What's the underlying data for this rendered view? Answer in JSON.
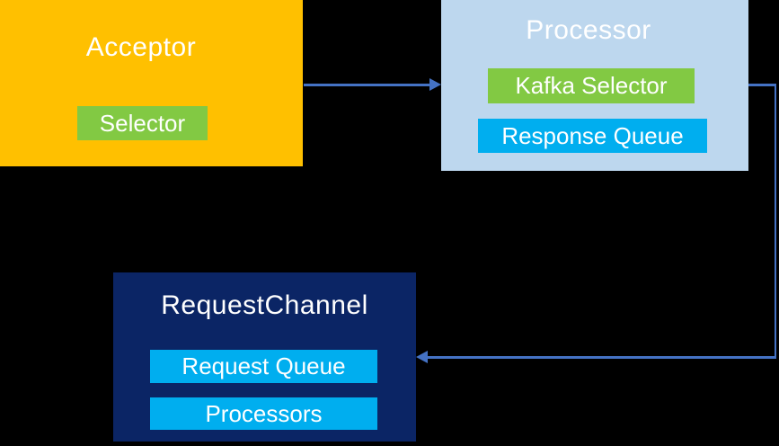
{
  "colors": {
    "background": "#000000",
    "acceptor-fill": "#FFC000",
    "processor-fill": "#BDD7EE",
    "request-channel-fill": "#0B2565",
    "green-badge": "#82C943",
    "cyan-badge": "#00AEEF",
    "arrow": "#4472C4",
    "text": "#FFFFFF"
  },
  "nodes": {
    "acceptor": {
      "title": "Acceptor",
      "badges": {
        "selector": "Selector"
      }
    },
    "processor": {
      "title": "Processor",
      "badges": {
        "kafka_selector": "Kafka Selector",
        "response_queue": "Response Queue"
      }
    },
    "request_channel": {
      "title": "RequestChannel",
      "badges": {
        "request_queue": "Request Queue",
        "processors": "Processors"
      }
    }
  },
  "edges": [
    {
      "from": "Acceptor",
      "to": "Processor",
      "shape": "straight-right-arrow"
    },
    {
      "from": "Processor",
      "to": "RequestChannel",
      "shape": "elbow-right-down-left-arrow"
    }
  ]
}
